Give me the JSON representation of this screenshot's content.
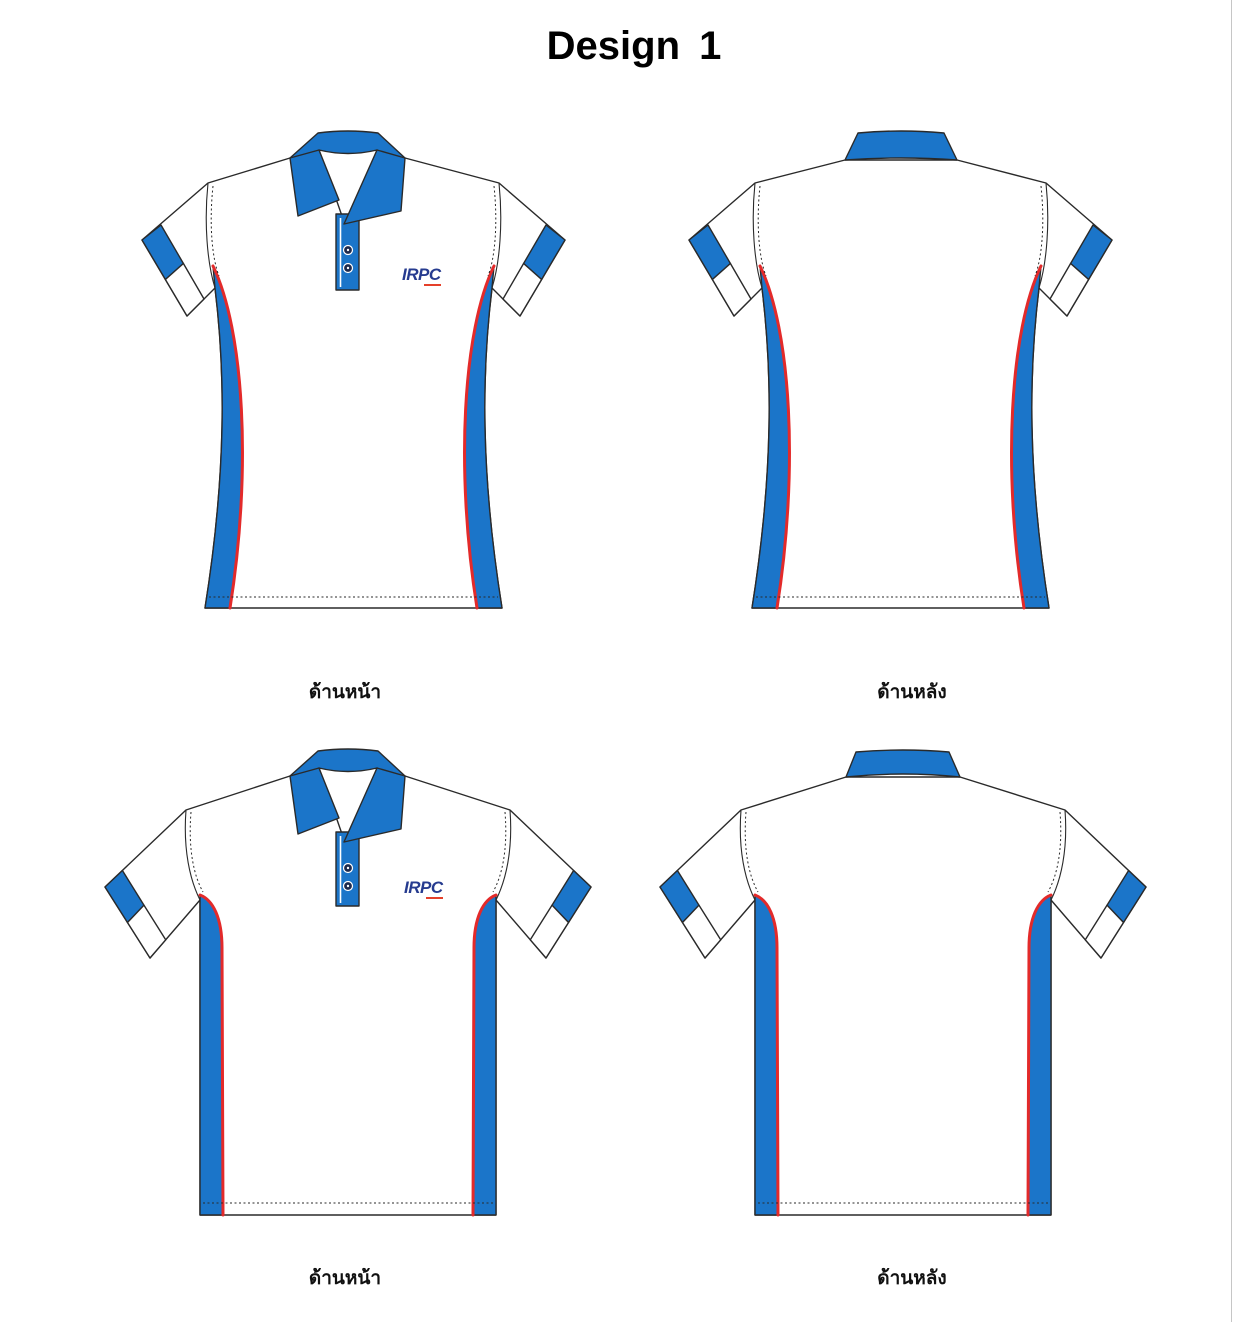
{
  "title": "Design 1",
  "rows": [
    {
      "front_label": "ด้านหน้า",
      "back_label": "ด้านหลัง"
    },
    {
      "front_label": "ด้านหน้า",
      "back_label": "ด้านหลัง"
    }
  ],
  "logo": {
    "text": "IRPC"
  },
  "colors": {
    "panel_blue": "#1b75c9",
    "piping_red": "#e32a2a",
    "outline": "#2a2a2a",
    "fabric": "#ffffff",
    "logo_navy": "#263b8f",
    "logo_accent": "#e5402a"
  }
}
